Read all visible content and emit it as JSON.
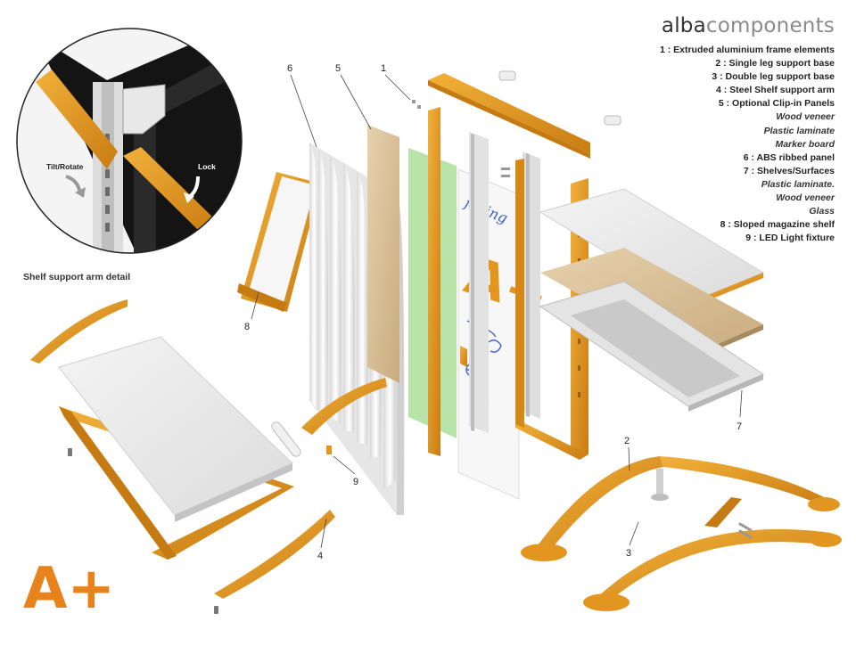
{
  "brand": {
    "prefix": "alba",
    "suffix": "components"
  },
  "legend": [
    {
      "text": "1 : Extruded aluminium frame elements",
      "sub": false
    },
    {
      "text": "2 : Single leg support base",
      "sub": false
    },
    {
      "text": "3 : Double leg support base",
      "sub": false
    },
    {
      "text": "4 : Steel Shelf support arm",
      "sub": false
    },
    {
      "text": "5 : Optional Clip-in Panels",
      "sub": false
    },
    {
      "text": "Wood veneer",
      "sub": true
    },
    {
      "text": "Plastic laminate",
      "sub": true
    },
    {
      "text": "Marker board",
      "sub": true
    },
    {
      "text": "6 : ABS ribbed panel",
      "sub": false
    },
    {
      "text": "7 : Shelves/Surfaces",
      "sub": false
    },
    {
      "text": "Plastic laminate.",
      "sub": true
    },
    {
      "text": "Wood veneer",
      "sub": true
    },
    {
      "text": "Glass",
      "sub": true
    },
    {
      "text": "8 : Sloped magazine shelf",
      "sub": false
    },
    {
      "text": "9 : LED Light fixture",
      "sub": false
    }
  ],
  "detail": {
    "caption": "Shelf support arm detail",
    "tilt_label": "Tilt/Rotate",
    "lock_label": "Lock"
  },
  "numbers": {
    "n1": "1",
    "n2": "2",
    "n3": "3",
    "n4": "4",
    "n5": "5",
    "n6": "6",
    "n7": "7",
    "n8": "8",
    "n9": "9"
  },
  "logo_text": "A+",
  "board_text": "facing",
  "colors": {
    "orange": "#e2961f",
    "orange_dark": "#b36f10",
    "white_panel": "#f2f2f2",
    "green_panel": "#b8e4a8",
    "wood": "#d9c09a",
    "black_bg": "#151515"
  }
}
